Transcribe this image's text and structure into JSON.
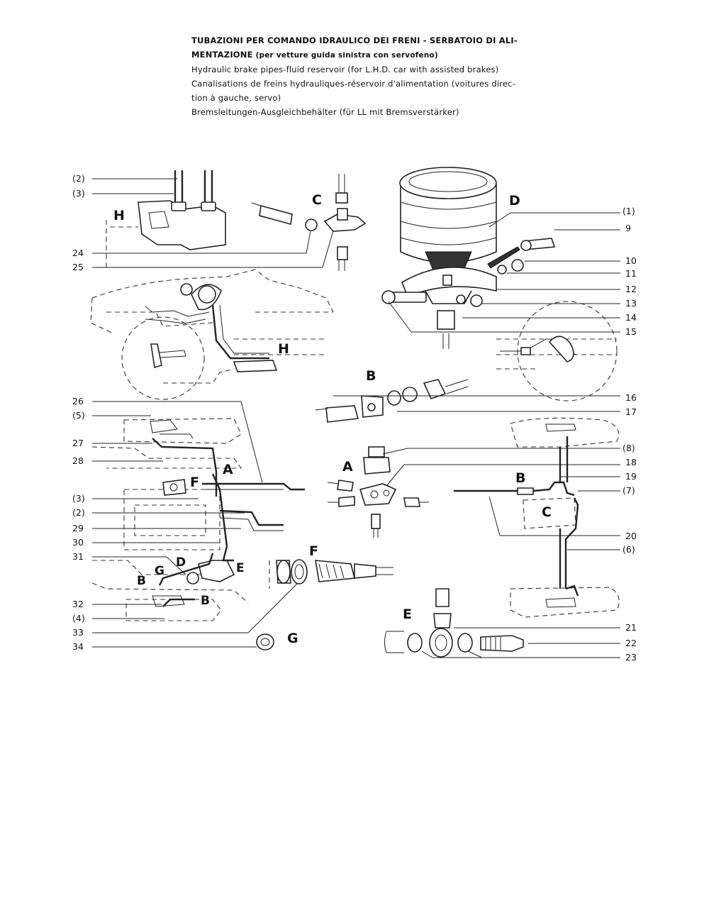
{
  "header": {
    "line1": "TUBAZIONI PER COMANDO IDRAULICO DEI FRENI - SERBATOIO DI ALI-",
    "line2_bold": "MENTAZIONE",
    "line2_rest": " (per vetture guida sinistra con servofeno)",
    "line3": "Hydraulic brake pipes-fluid reservoir (for L.H.D. car with assisted brakes)",
    "line4": "Canalisations de freins hydrauliques-réservoir d'alimentation (voitures direc-",
    "line5": "tion à gauche, servo)",
    "line6": "Bremsleitungen-Ausgleichbehälter (für LL mit Bremsverstärker)"
  },
  "left_labels": {
    "l2a": "(2)",
    "l3a": "(3)",
    "l24": "24",
    "l25": "25",
    "l26": "26",
    "l5": "(5)",
    "l27": "27",
    "l28": "28",
    "l3b": "(3)",
    "l2b": "(2)",
    "l29": "29",
    "l30": "30",
    "l31": "31",
    "l32": "32",
    "l4": "(4)",
    "l33": "33",
    "l34": "34"
  },
  "right_labels": {
    "r1": "(1)",
    "r9": "9",
    "r10": "10",
    "r11": "11",
    "r12": "12",
    "r13": "13",
    "r14": "14",
    "r15": "15",
    "r16": "16",
    "r17": "17",
    "r8": "(8)",
    "r18": "18",
    "r19": "19",
    "r7": "(7)",
    "r20": "20",
    "r6": "(6)",
    "r21": "21",
    "r22": "22",
    "r23": "23"
  },
  "detail_letters": {
    "H_top": "H",
    "C_top": "C",
    "D_top": "D",
    "H_car": "H",
    "B_mid": "B",
    "A_left": "A",
    "F_left": "F",
    "A_mid": "A",
    "B_right": "B",
    "C_right": "C",
    "G_left": "G",
    "D_left": "D",
    "E_left": "E",
    "B_left1": "B",
    "B_left2": "B",
    "F_det": "F",
    "E_det": "E",
    "G_det": "G"
  },
  "colors": {
    "ink": "#111111",
    "background": "#ffffff"
  }
}
